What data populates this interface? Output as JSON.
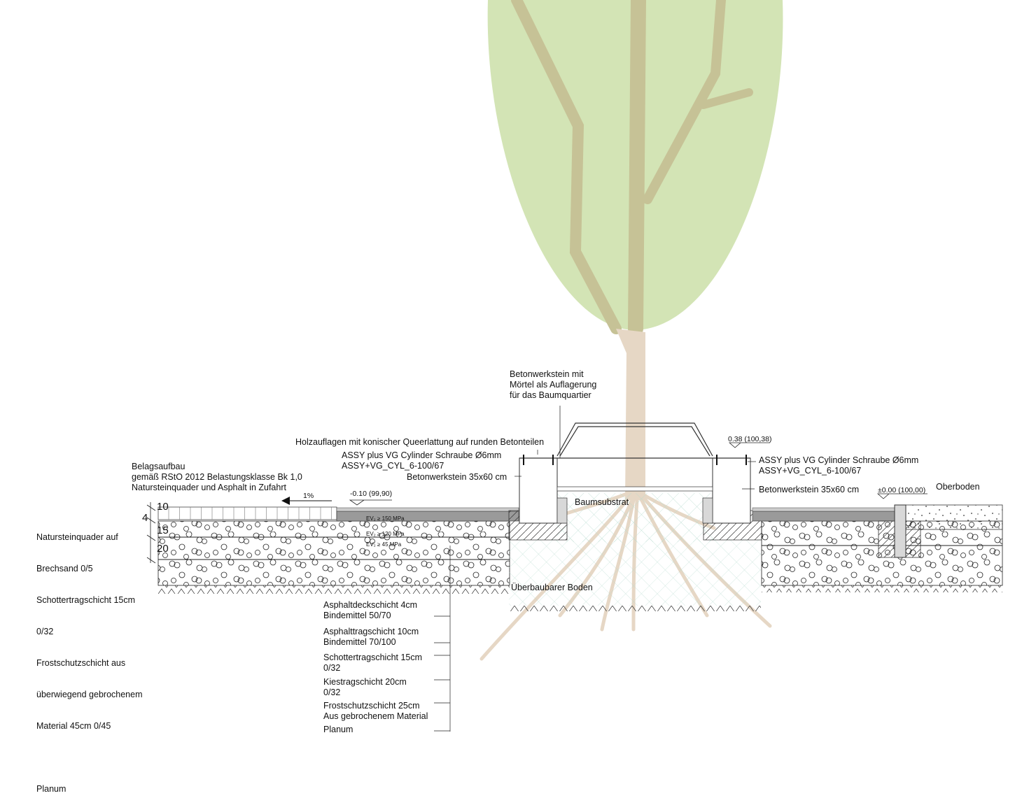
{
  "colors": {
    "crown": "#d3e4b5",
    "branch": "#c6c296",
    "trunk": "#e6d7c5",
    "asphalt": "#9a9a9a",
    "curb": "#d8d8d8"
  },
  "labels": {
    "betonwerkstein_top": [
      "Betonwerkstein mit",
      "Mörtel als Auflagerung",
      "für das Baumquartier"
    ],
    "holzauflagen": "Holzauflagen mit konischer Queerlattung auf runden Betonteilen",
    "assy_left": [
      "ASSY plus VG Cylinder Schraube Ø6mm",
      "ASSY+VG_CYL_6-100/67"
    ],
    "assy_right": [
      "ASSY plus VG Cylinder Schraube Ø6mm",
      "ASSY+VG_CYL_6-100/67"
    ],
    "beton_left": "Betonwerkstein 35x60 cm",
    "beton_right": "Betonwerkstein 35x60 cm",
    "belagsaufbau": [
      "Belagsaufbau",
      "gemäß RStO 2012 Belastungsklasse Bk 1,0",
      "Natursteinquader und Asphalt in Zufahrt"
    ],
    "slope": "1%",
    "level_left": "-0.10 (99,90)",
    "level_top": "0.38 (100,38)",
    "level_right": "±0.00 (100,00)",
    "oberboden": "Oberboden",
    "baumsubstrat": "Baumsubstrat",
    "ueberbaubarer_boden": "Überbaubarer Boden",
    "ev2": [
      "EV₂ ≥ 150 MPa",
      "EV₂ ≥ 120 MPa",
      "EV₂ ≥ 45 MPa"
    ],
    "dims": [
      "10",
      "4",
      "15",
      "20"
    ],
    "left_layers": [
      "Natursteinquader auf",
      "Brechsand 0/5",
      "Schottertragschicht 15cm",
      "0/32",
      "Frostschutzschicht aus",
      "überwiegend gebrochenem",
      "Material 45cm 0/45",
      "",
      "Planum"
    ],
    "bottom_layers": [
      [
        "Asphaltdeckschicht 4cm",
        "Bindemittel 50/70"
      ],
      [
        "Asphalttragschicht 10cm",
        "Bindemittel 70/100"
      ],
      [
        "Schottertragschicht 15cm",
        "0/32"
      ],
      [
        "Kiestragschicht 20cm",
        "0/32"
      ],
      [
        "Frostschutzschicht 25cm",
        "Aus gebrochenem Material"
      ],
      [
        "Planum"
      ]
    ]
  }
}
